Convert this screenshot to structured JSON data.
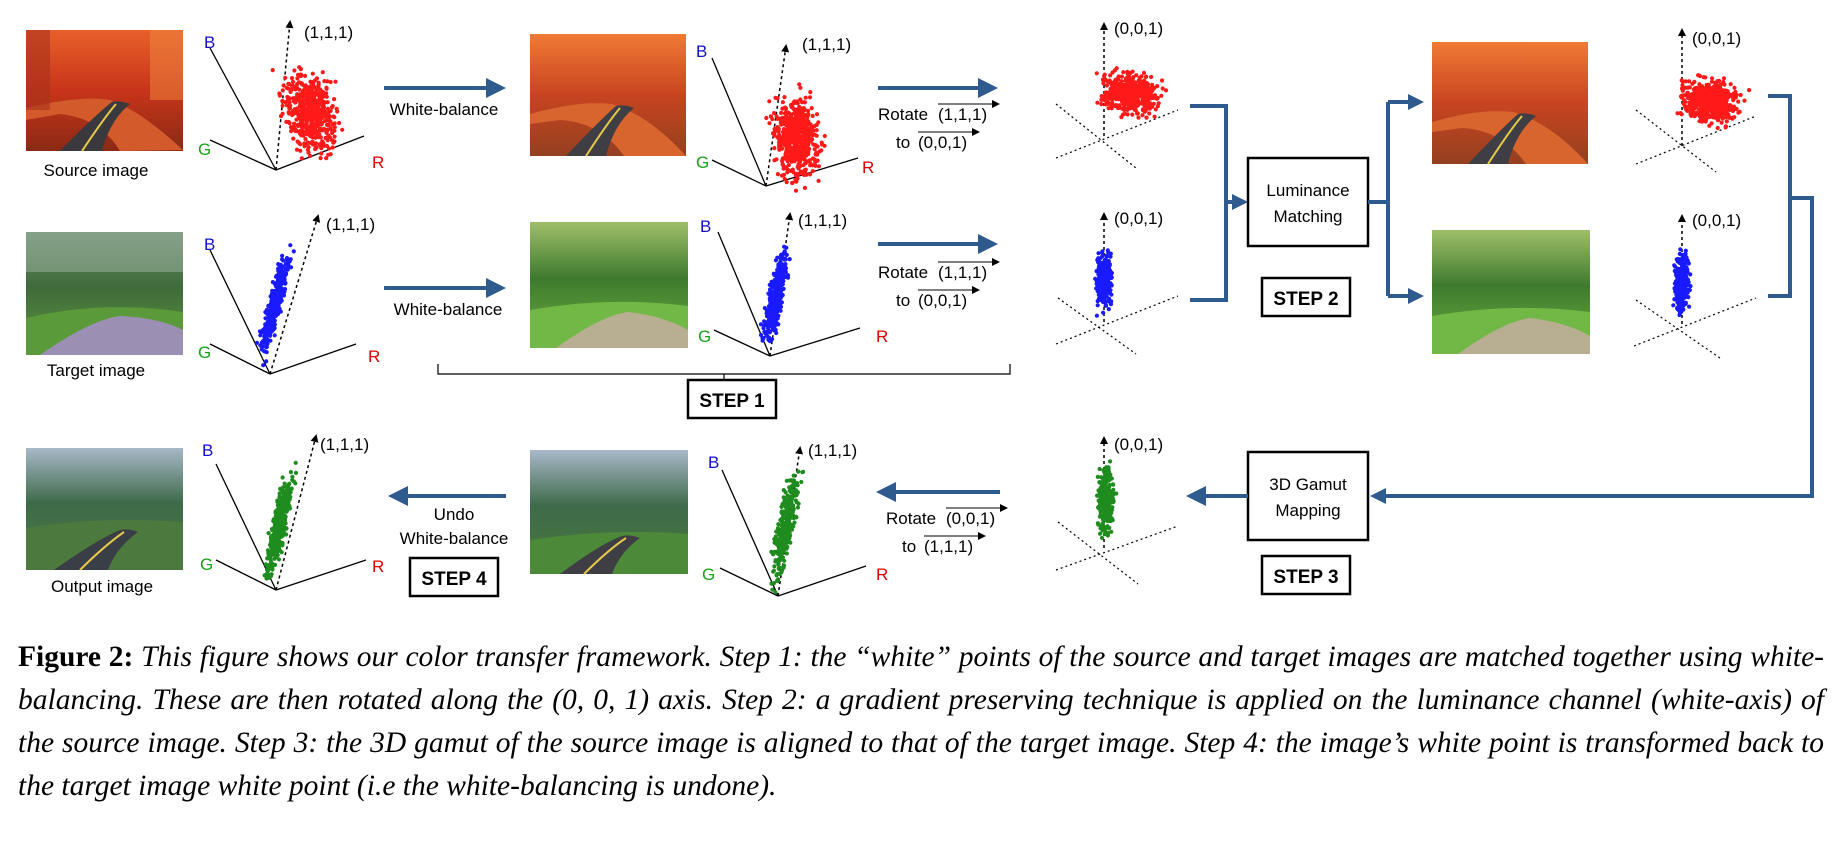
{
  "colors": {
    "arrow": "#2e5a8e",
    "source_points": "#ff1a1a",
    "target_points": "#1a1aff",
    "output_points": "#1e8c1e",
    "axis_R": "#e00000",
    "axis_G": "#1aa01a",
    "axis_B": "#1010c8"
  },
  "axis_labels": {
    "r": "R",
    "g": "G",
    "b": "B"
  },
  "vectors": {
    "white": "(1,1,1)",
    "z": "(0,0,1)"
  },
  "labels": {
    "source_image": "Source image",
    "target_image": "Target image",
    "output_image": "Output image",
    "white_balance": "White-balance",
    "rotate": "Rotate",
    "to": "to",
    "undo": "Undo",
    "luminance_1": "Luminance",
    "luminance_2": "Matching",
    "gamut_1": "3D Gamut",
    "gamut_2": "Mapping"
  },
  "steps": {
    "step1": "STEP 1",
    "step2": "STEP 2",
    "step3": "STEP 3",
    "step4": "STEP 4"
  },
  "caption": {
    "label": "Figure 2:",
    "text": "This figure shows our color transfer framework. Step 1: the “white” points of the source and target images are matched together using white-balancing. These are then rotated along the (0, 0, 1) axis. Step 2: a gradient preserving technique is applied on the luminance channel (white-axis) of the source image. Step 3: the 3D gamut of the source image is aligned to that of the target image. Step 4: the image’s white point is transformed back to the target image white point (i.e the white-balancing is undone)."
  }
}
